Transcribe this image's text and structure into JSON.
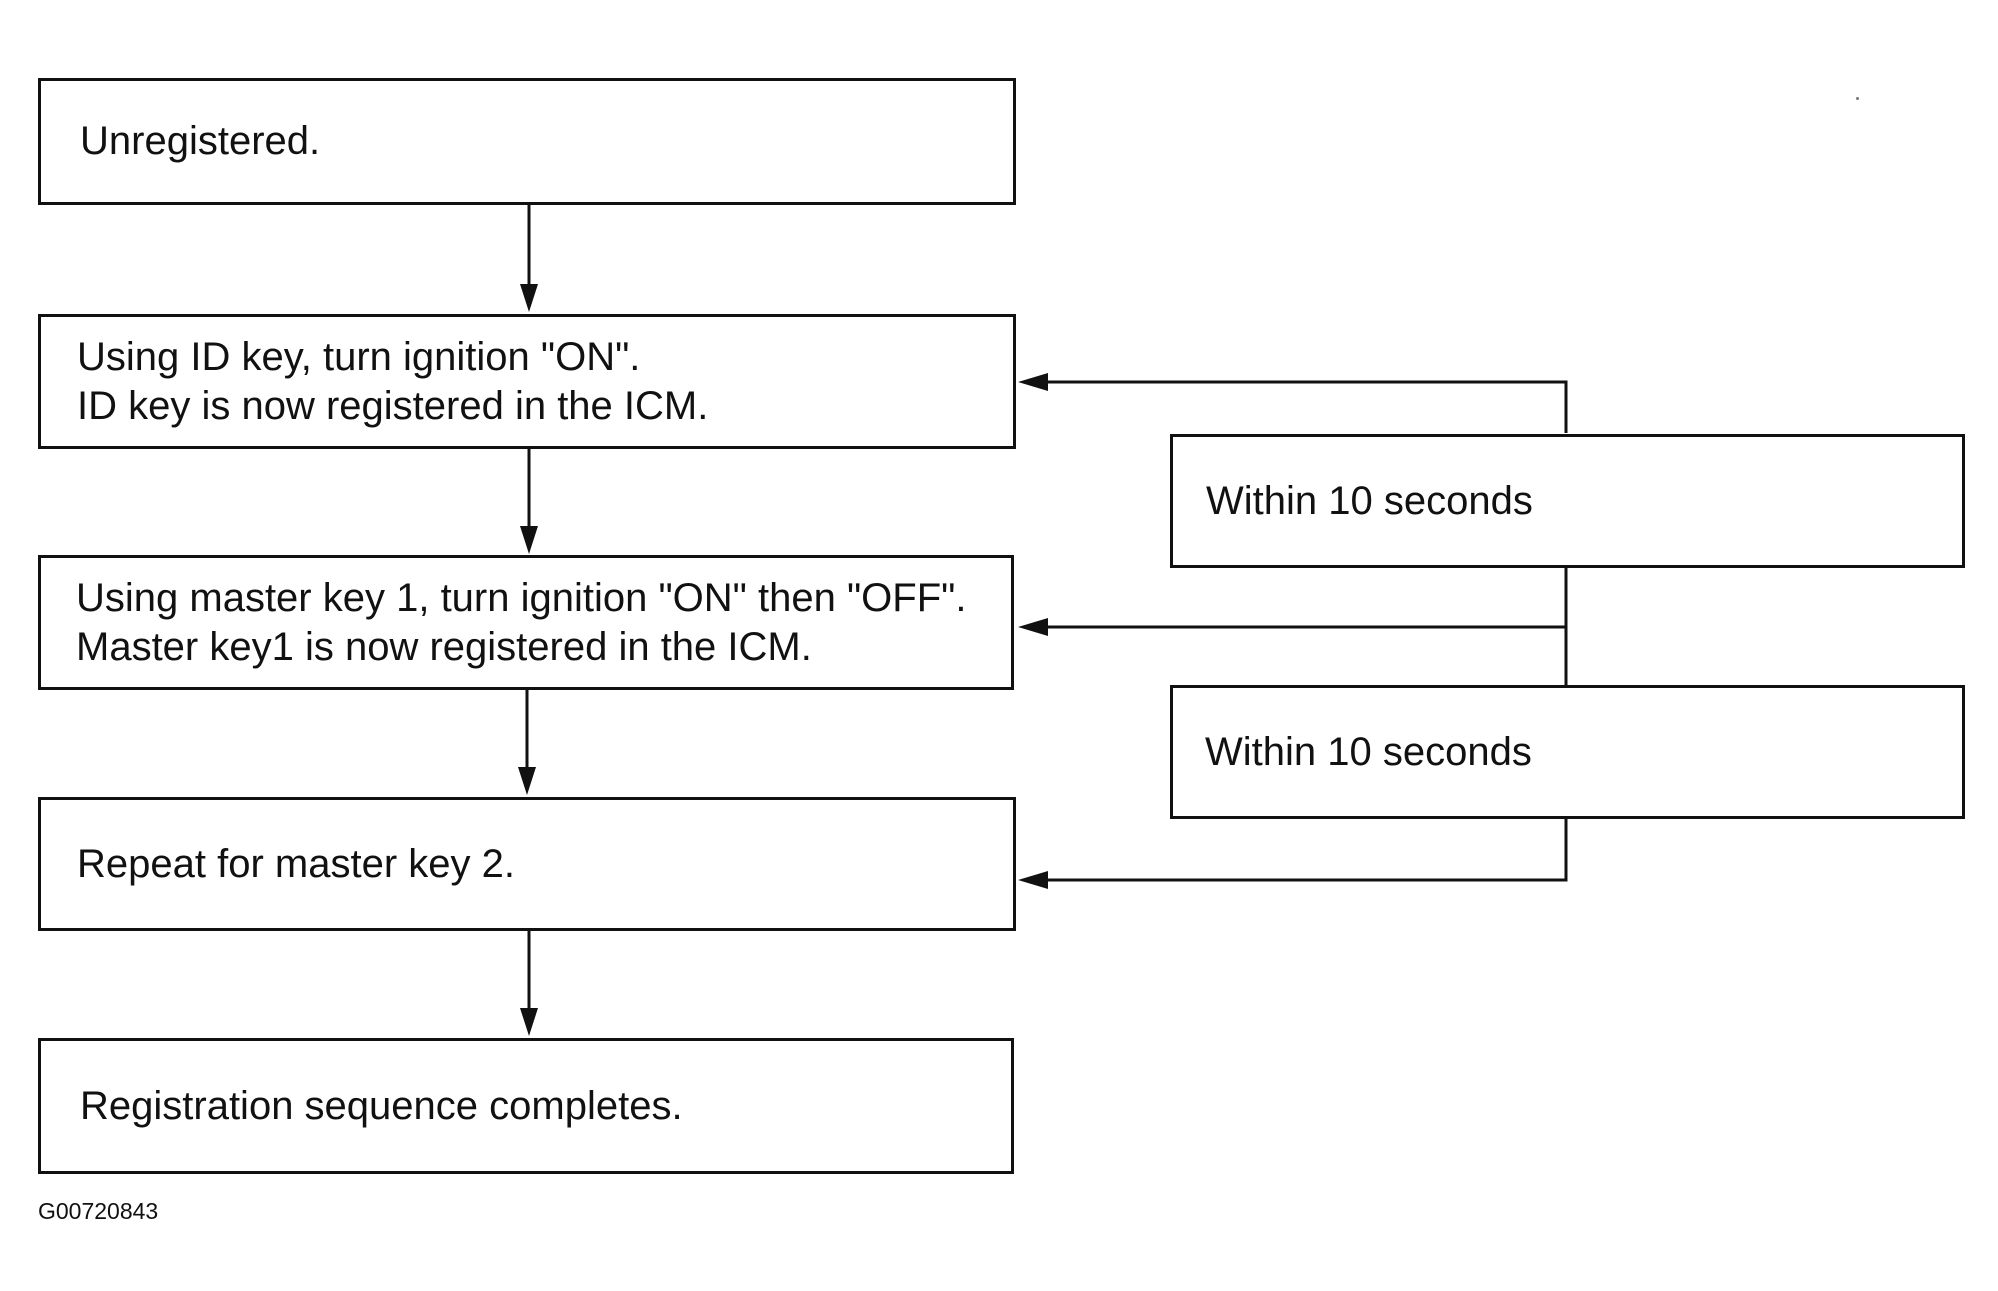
{
  "steps": [
    {
      "lines": [
        "Unregistered."
      ]
    },
    {
      "lines": [
        "Using ID key, turn ignition \"ON\".",
        "ID key is now registered in the ICM."
      ]
    },
    {
      "lines": [
        "Using master key 1, turn ignition \"ON\" then \"OFF\".",
        "Master key1 is now registered in the ICM."
      ]
    },
    {
      "lines": [
        "Repeat for master key 2."
      ]
    },
    {
      "lines": [
        "Registration sequence completes."
      ]
    }
  ],
  "timing_notes": [
    {
      "label": "Within 10 seconds"
    },
    {
      "label": "Within 10 seconds"
    }
  ],
  "figure_code": "G00720843",
  "colors": {
    "line": "#111111",
    "background": "#ffffff"
  }
}
